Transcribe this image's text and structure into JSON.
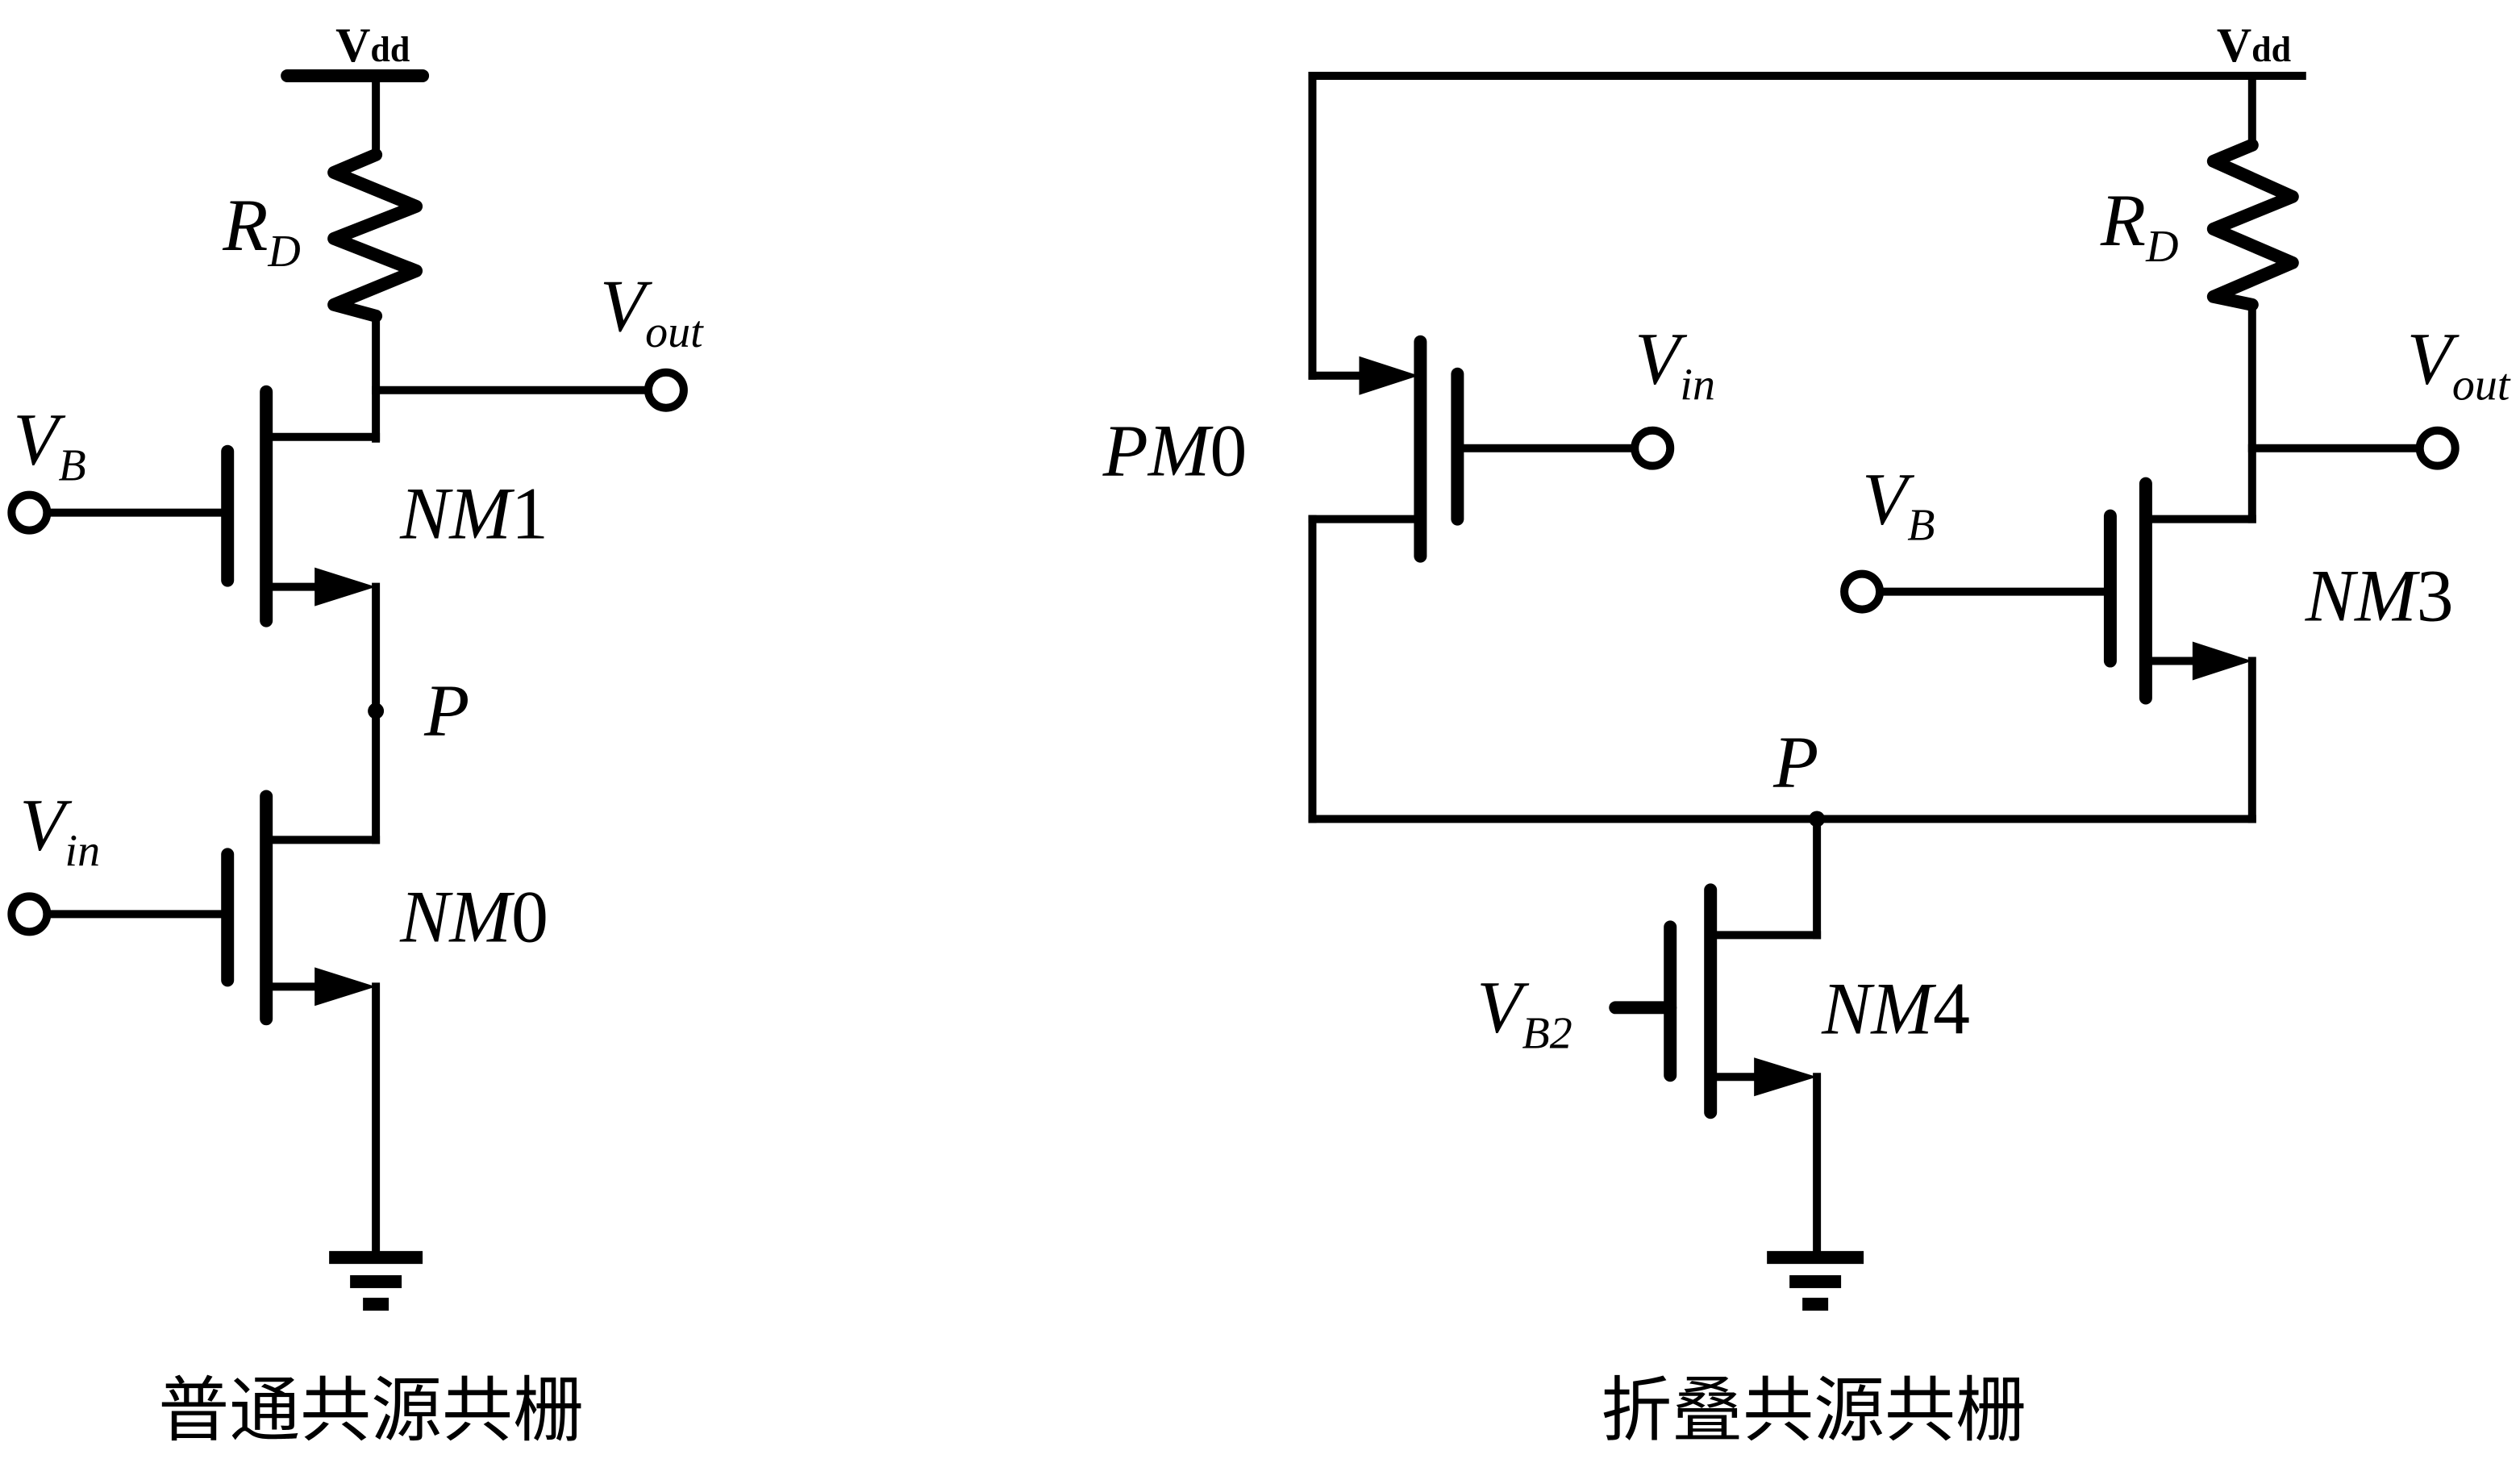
{
  "figure": {
    "left_circuit": {
      "caption": "普通共源共栅",
      "supply": {
        "main": "V",
        "sub": "dd"
      },
      "resistor": {
        "main": "R",
        "sub": "D"
      },
      "output": {
        "main": "V",
        "sub": "out"
      },
      "bias": {
        "main": "V",
        "sub": "B"
      },
      "input": {
        "main": "V",
        "sub": "in"
      },
      "node": "P",
      "transistors": [
        {
          "name": "NM",
          "index": "1"
        },
        {
          "name": "NM",
          "index": "0"
        }
      ]
    },
    "right_circuit": {
      "caption": "折叠共源共栅",
      "supply": {
        "main": "V",
        "sub": "dd"
      },
      "resistor": {
        "main": "R",
        "sub": "D"
      },
      "output": {
        "main": "V",
        "sub": "out"
      },
      "bias": {
        "main": "V",
        "sub": "B"
      },
      "bias2": {
        "main": "V",
        "sub": "B2"
      },
      "input": {
        "main": "V",
        "sub": "in"
      },
      "node": "P",
      "transistors": [
        {
          "name": "PM",
          "index": "0"
        },
        {
          "name": "NM",
          "index": "3"
        },
        {
          "name": "NM",
          "index": "4"
        }
      ]
    }
  }
}
